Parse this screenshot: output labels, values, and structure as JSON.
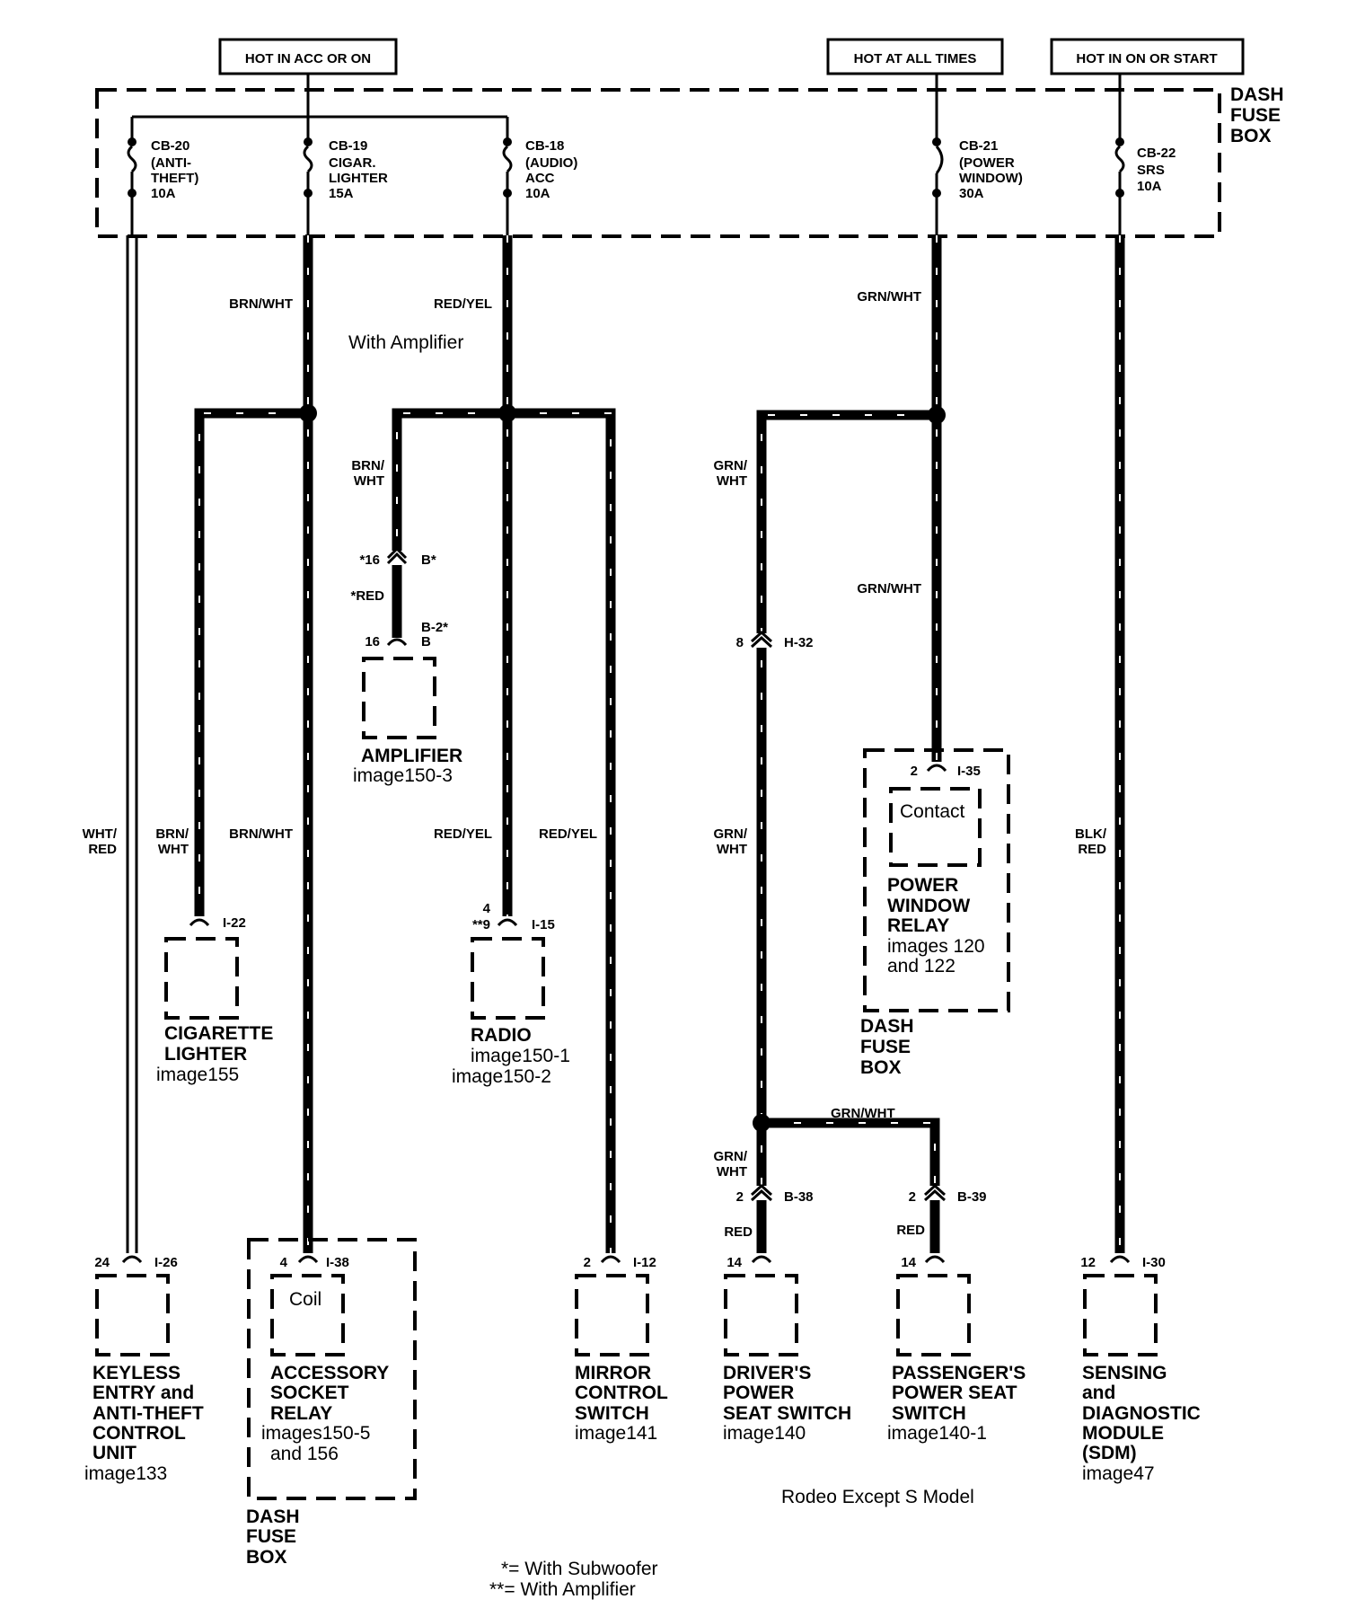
{
  "supply_labels": {
    "acc_or_on": "HOT IN ACC OR ON",
    "all_times": "HOT AT ALL TIMES",
    "on_or_start": "HOT IN ON OR START"
  },
  "dash_fuse_box": [
    "DASH",
    "FUSE",
    "BOX"
  ],
  "breakers": {
    "cb20": [
      "CB-20",
      "(ANTI-",
      "THEFT)",
      "10A"
    ],
    "cb19": [
      "CB-19",
      "CIGAR.",
      "LIGHTER",
      "15A"
    ],
    "cb18": [
      "CB-18",
      "(AUDIO)",
      "ACC",
      "10A"
    ],
    "cb21": [
      "CB-21",
      "(POWER",
      "WINDOW)",
      "30A"
    ],
    "cb22": [
      "CB-22",
      "SRS",
      "10A"
    ]
  },
  "wire_colors": {
    "brn_wht": "BRN/WHT",
    "red_yel": "RED/YEL",
    "grn_wht": "GRN/WHT",
    "brn_wht_split": [
      "BRN/",
      "WHT"
    ],
    "grn_wht_split": [
      "GRN/",
      "WHT"
    ],
    "wht_red_split": [
      "WHT/",
      "RED"
    ],
    "blk_red_split": [
      "BLK/",
      "RED"
    ],
    "red": "RED",
    "star_red": "*RED"
  },
  "note_with_amplifier": "With Amplifier",
  "connectors": {
    "amp_in_pin": "*16",
    "amp_in_conn": "B*",
    "amp_pin": "16",
    "amp_conn": [
      "B-2*",
      "B"
    ],
    "h32_pin": "8",
    "h32": "H-32",
    "i35_pin": "2",
    "i35": "I-35",
    "i22": "I-22",
    "i15_pin": [
      "4",
      "**9"
    ],
    "i15": "I-15",
    "b38_pin": "2",
    "b38": "B-38",
    "b39_pin": "2",
    "b39": "B-39",
    "i26_pin": "24",
    "i26": "I-26",
    "i38_pin": "4",
    "i38": "I-38",
    "i12_pin": "2",
    "i12": "I-12",
    "seat1_pin": "14",
    "seat2_pin": "14",
    "i30_pin": "12",
    "i30": "I-30"
  },
  "components": {
    "amplifier": {
      "name": [
        "AMPLIFIER"
      ],
      "ref": [
        "image150-3"
      ]
    },
    "power_window_relay": {
      "inner": "Contact",
      "name": [
        "POWER",
        "WINDOW",
        "RELAY"
      ],
      "ref": [
        "images 120",
        "and 122"
      ],
      "location": [
        "DASH",
        "FUSE",
        "BOX"
      ]
    },
    "cigarette_lighter": {
      "name": [
        "CIGARETTE",
        "LIGHTER"
      ],
      "ref": [
        "image155"
      ]
    },
    "radio": {
      "name": [
        "RADIO"
      ],
      "ref": [
        "image150-1",
        "image150-2"
      ]
    },
    "keyless_entry": {
      "name": [
        "KEYLESS",
        "ENTRY and",
        "ANTI-THEFT",
        "CONTROL",
        "UNIT"
      ],
      "ref": [
        "image133"
      ]
    },
    "accessory_socket_relay": {
      "inner": "Coil",
      "name": [
        "ACCESSORY",
        "SOCKET",
        "RELAY"
      ],
      "ref": [
        "images150-5",
        "and 156"
      ],
      "location": [
        "DASH",
        "FUSE",
        "BOX"
      ]
    },
    "mirror_control_switch": {
      "name": [
        "MIRROR",
        "CONTROL",
        "SWITCH"
      ],
      "ref": [
        "image141"
      ]
    },
    "drivers_power_seat_switch": {
      "name": [
        "DRIVER'S",
        "POWER",
        "SEAT SWITCH"
      ],
      "ref": [
        "image140"
      ]
    },
    "passengers_power_seat_switch": {
      "name": [
        "PASSENGER'S",
        "POWER SEAT",
        "SWITCH"
      ],
      "ref": [
        "image140-1"
      ]
    },
    "sdm": {
      "name": [
        "SENSING",
        "and",
        "DIAGNOSTIC",
        "MODULE",
        "(SDM)"
      ],
      "ref": [
        "image47"
      ]
    }
  },
  "model_note": "Rodeo Except S Model",
  "footnotes": [
    "*= With Subwoofer",
    "**= With Amplifier"
  ]
}
